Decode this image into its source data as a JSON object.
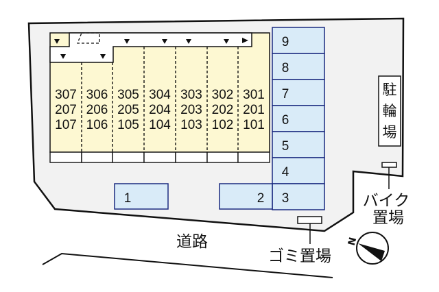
{
  "units": {
    "columns": [
      [
        "307",
        "207",
        "107"
      ],
      [
        "306",
        "206",
        "106"
      ],
      [
        "305",
        "205",
        "105"
      ],
      [
        "304",
        "204",
        "104"
      ],
      [
        "303",
        "203",
        "103"
      ],
      [
        "302",
        "202",
        "102"
      ],
      [
        "301",
        "201",
        "101"
      ]
    ]
  },
  "parking": {
    "column": [
      "9",
      "8",
      "7",
      "6",
      "5",
      "4",
      "3"
    ],
    "lot_1": "1",
    "lot_2": "2"
  },
  "labels": {
    "bicycle_parking": [
      "駐",
      "輪",
      "場"
    ],
    "motorbike_parking_line1": "バイク",
    "motorbike_parking_line2": "置場",
    "garbage": "ゴミ置場",
    "road": "道路",
    "north": "N"
  },
  "colors": {
    "site": "#f2f2f2",
    "building": "#fdf8d2",
    "parking_fill": "#d9ebf8",
    "parking_stroke": "#1b2a80"
  }
}
